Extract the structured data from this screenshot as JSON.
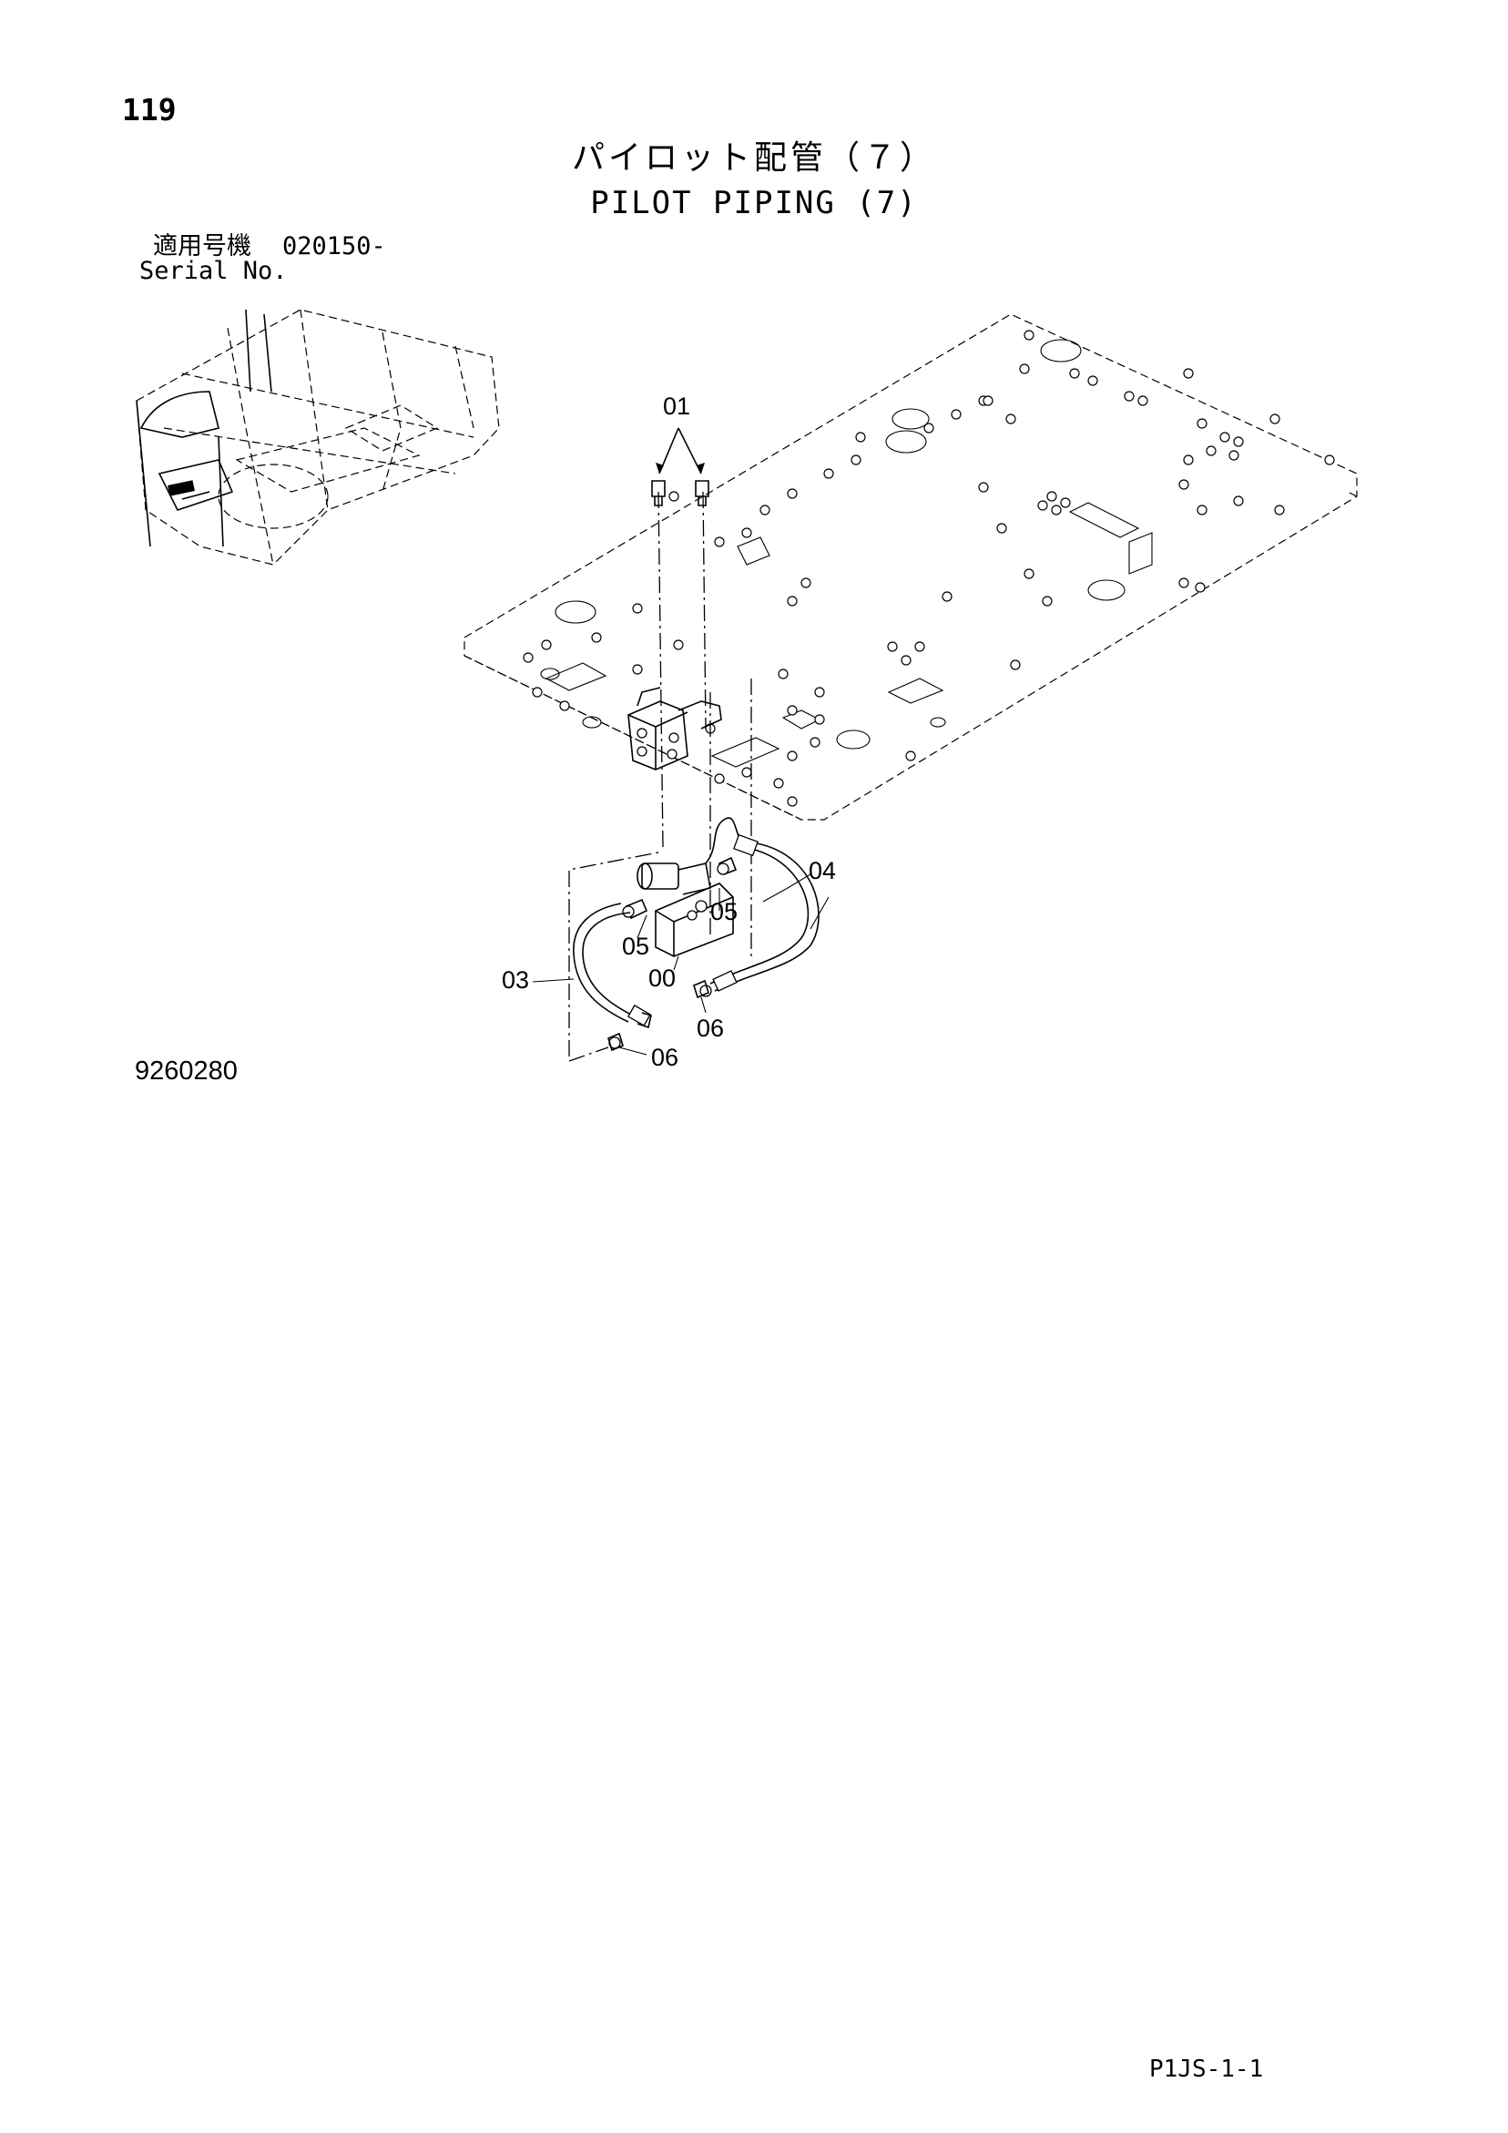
{
  "page_number": "119",
  "title_jp": "パイロット配管（７）",
  "title_en": "PILOT PIPING (7)",
  "serial": {
    "label_jp": "適用号機",
    "value": "020150-",
    "label_en": "Serial No."
  },
  "callouts": {
    "c01": "01",
    "c04": "04",
    "c05a": "05",
    "c05b": "05",
    "c00": "00",
    "c03": "03",
    "c06a": "06",
    "c06b": "06"
  },
  "drawing_number": "9260280",
  "page_code": "P1JS-1-1"
}
